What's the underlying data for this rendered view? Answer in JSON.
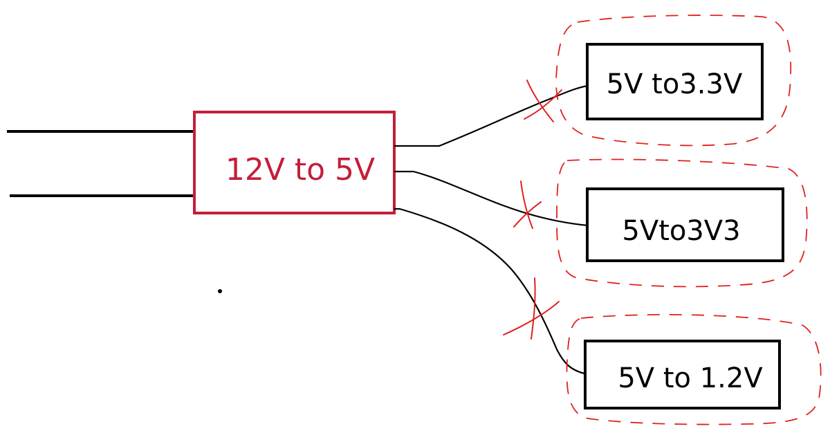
{
  "diagram": {
    "source": {
      "label": "12V to 5V",
      "color": "#c41e3a"
    },
    "outputs": [
      {
        "label": "5V to3.3V"
      },
      {
        "label": "5Vto3V3"
      },
      {
        "label": "5V to 1.2V"
      }
    ],
    "colors": {
      "ink": "#000000",
      "annotation": "#e0201e"
    }
  }
}
